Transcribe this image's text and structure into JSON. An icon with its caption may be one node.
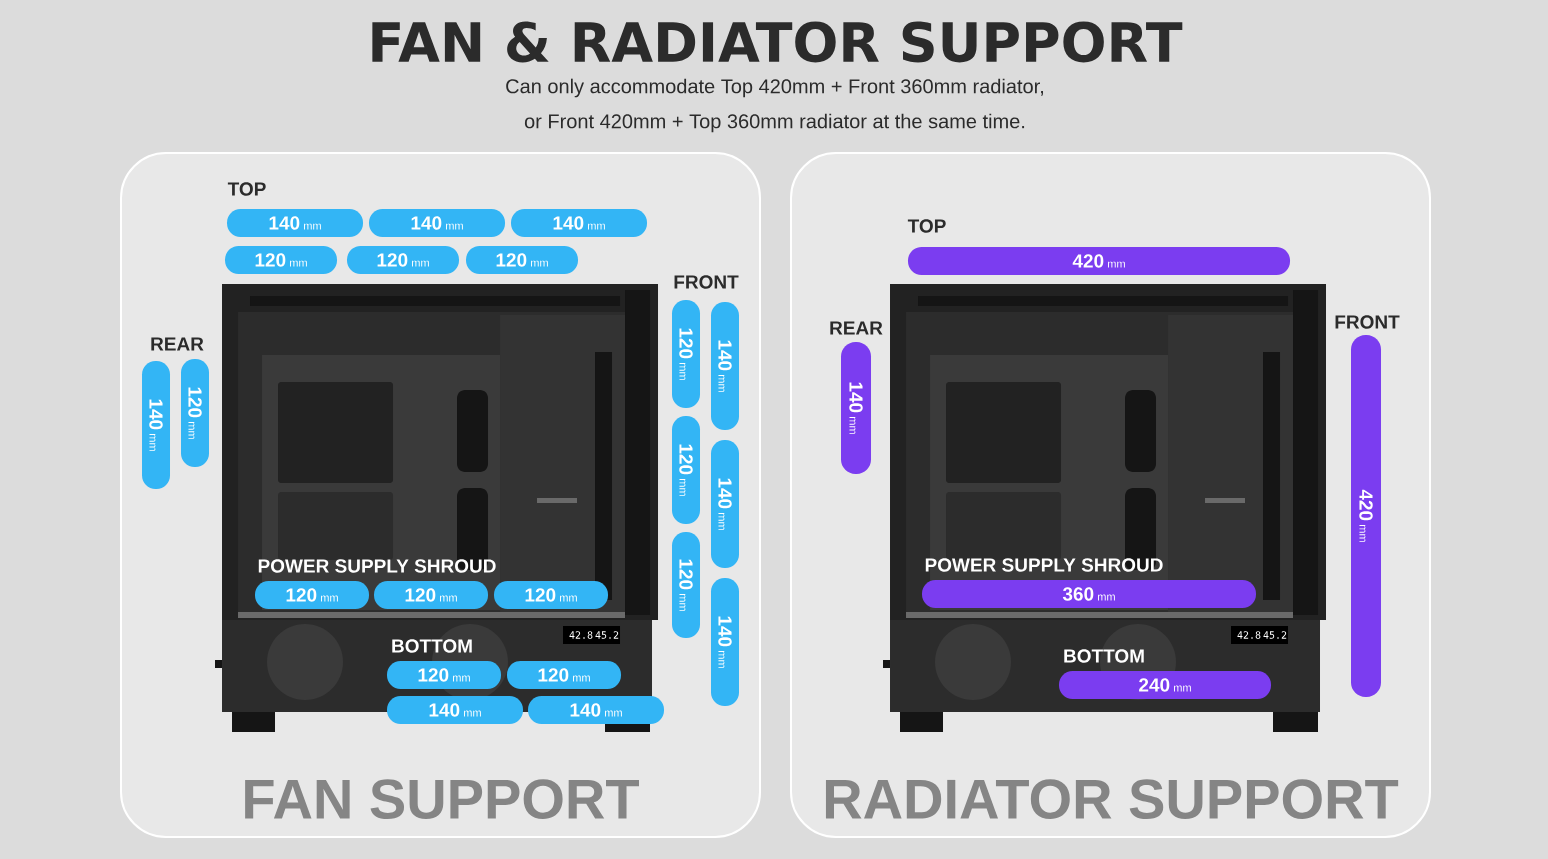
{
  "diagram": {
    "title": "FAN & RADIATOR SUPPORT",
    "nodes": [
      {
        "text": [
          "FAN SUPPORT"
        ]
      },
      {
        "text": [
          "140",
          "mm"
        ],
        "in": 0
      },
      {
        "text": [
          "140",
          "mm"
        ],
        "in": 0
      },
      {
        "text": [
          "140",
          "mm"
        ],
        "in": 0
      },
      {
        "text": [
          "120",
          "mm"
        ],
        "in": 0
      },
      {
        "text": [
          "120",
          "mm"
        ],
        "in": 0
      },
      {
        "text": [
          "120",
          "mm"
        ],
        "in": 0
      },
      {
        "text": [
          "140",
          "mm"
        ],
        "in": 0
      },
      {
        "text": [
          "120",
          "mm"
        ],
        "in": 0
      },
      {
        "text": [
          "120",
          "mm"
        ],
        "in": 0
      },
      {
        "text": [
          "140",
          "mm"
        ],
        "in": 0
      },
      {
        "text": [
          "120",
          "mm"
        ],
        "in": 0
      },
      {
        "text": [
          "140",
          "mm"
        ],
        "in": 0
      },
      {
        "text": [
          "120",
          "mm"
        ],
        "in": 0
      },
      {
        "text": [
          "140",
          "mm"
        ],
        "in": 0
      },
      {
        "text": [
          "120",
          "mm"
        ],
        "in": 0
      },
      {
        "text": [
          "120",
          "mm"
        ],
        "in": 0
      },
      {
        "text": [
          "120",
          "mm"
        ],
        "in": 0
      },
      {
        "text": [
          "120",
          "mm"
        ],
        "in": 0
      },
      {
        "text": [
          "120",
          "mm"
        ],
        "in": 0
      },
      {
        "text": [
          "140",
          "mm"
        ],
        "in": 0
      },
      {
        "text": [
          "140",
          "mm"
        ],
        "in": 0
      },
      {
        "text": [
          "RADIATOR SUPPORT"
        ]
      },
      {
        "text": [
          "420",
          "mm"
        ],
        "in": 22
      },
      {
        "text": [
          "140",
          "mm"
        ],
        "in": 22
      },
      {
        "text": [
          "420",
          "mm"
        ],
        "in": 22
      },
      {
        "text": [
          "360",
          "mm"
        ],
        "in": 22
      },
      {
        "text": [
          "240",
          "mm"
        ],
        "in": 22
      }
    ],
    "labels": [
      "Can only accommodate Top 420mm + Front 360mm radiator,",
      "or Front 420mm + Top 360mm radiator at the same time.",
      "TOP",
      "REAR",
      "FRONT",
      "POWER SUPPLY SHROUD",
      "BOTTOM",
      "42.8",
      "45.2",
      "TOP",
      "REAR",
      "FRONT",
      "POWER SUPPLY SHROUD",
      "BOTTOM",
      "42.8",
      "45.2"
    ]
  }
}
